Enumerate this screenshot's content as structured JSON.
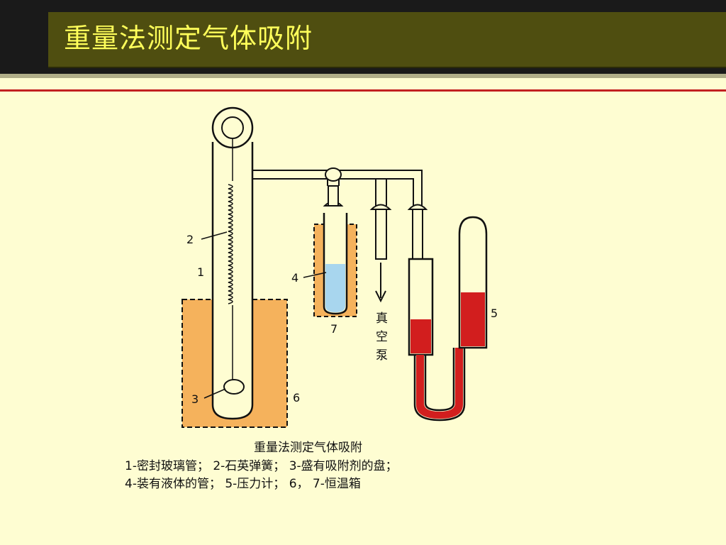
{
  "page": {
    "title": "重量法测定气体吸附"
  },
  "diagram": {
    "labels": {
      "l1": "1",
      "l2": "2",
      "l3": "3",
      "l4": "4",
      "l5": "5",
      "l6": "6",
      "l7": "7"
    },
    "pump": {
      "c1": "真",
      "c2": "空",
      "c3": "泵"
    },
    "colors": {
      "bath": "#f5b25c",
      "liquid": "#a8d6ee",
      "mercury": "#d21e1e",
      "glass_line": "#111111"
    }
  },
  "caption": {
    "title": "重量法测定气体吸附",
    "line1": "1-密封玻璃管； 2-石英弹簧； 3-盛有吸附剂的盘；",
    "line2": "4-装有液体的管； 5-压力计； 6， 7-恒温箱"
  }
}
